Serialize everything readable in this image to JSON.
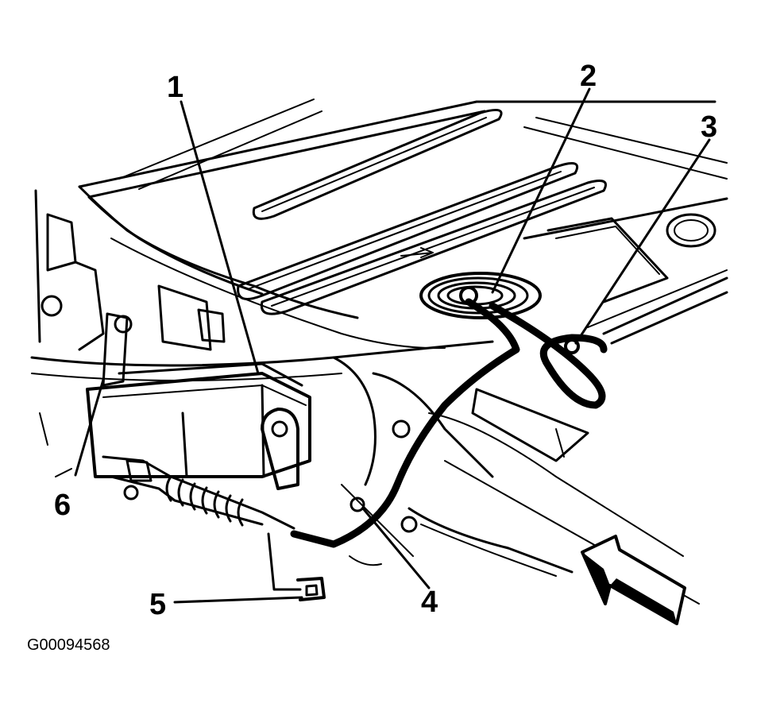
{
  "figure": {
    "id_label": "G00094568"
  },
  "callouts": [
    {
      "label": "1"
    },
    {
      "label": "2"
    },
    {
      "label": "3"
    },
    {
      "label": "4"
    },
    {
      "label": "5"
    },
    {
      "label": "6"
    }
  ]
}
